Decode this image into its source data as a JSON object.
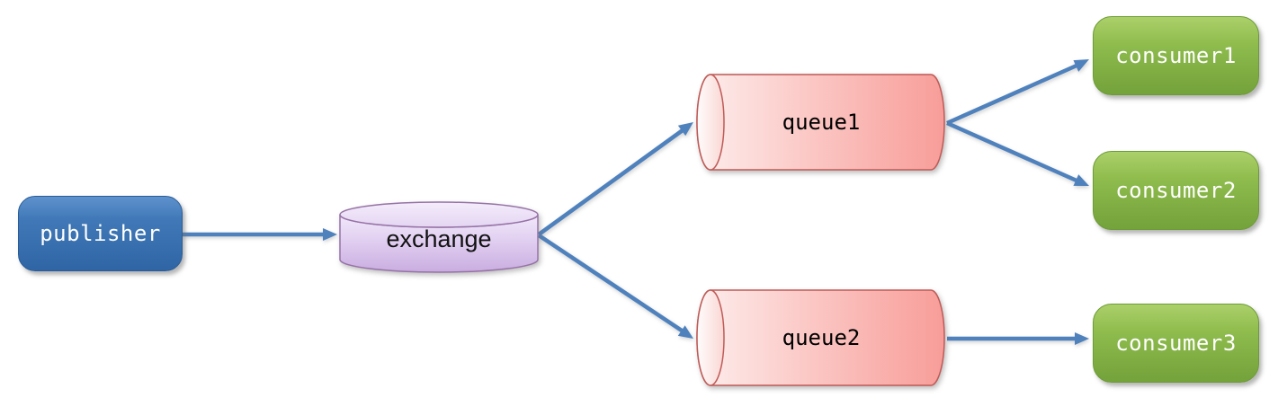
{
  "diagram": {
    "nodes": {
      "publisher": {
        "label": "publisher",
        "shape": "rounded-rect"
      },
      "exchange": {
        "label": "exchange",
        "shape": "cylinder-vertical"
      },
      "queue1": {
        "label": "queue1",
        "shape": "cylinder-horizontal"
      },
      "queue2": {
        "label": "queue2",
        "shape": "cylinder-horizontal"
      },
      "consumer1": {
        "label": "consumer1",
        "shape": "rounded-rect"
      },
      "consumer2": {
        "label": "consumer2",
        "shape": "rounded-rect"
      },
      "consumer3": {
        "label": "consumer3",
        "shape": "rounded-rect"
      }
    },
    "edges": [
      {
        "from": "publisher",
        "to": "exchange"
      },
      {
        "from": "exchange",
        "to": "queue1"
      },
      {
        "from": "exchange",
        "to": "queue2"
      },
      {
        "from": "queue1",
        "to": "consumer1"
      },
      {
        "from": "queue1",
        "to": "consumer2"
      },
      {
        "from": "queue2",
        "to": "consumer3"
      }
    ],
    "colors": {
      "background": "#ffffff",
      "publisher_fill": "#3e76b5",
      "publisher_text": "#ffffff",
      "exchange_fill": "#e2d4f0",
      "exchange_stroke": "#9673a6",
      "exchange_text": "#111111",
      "queue_fill": "#f9b0ac",
      "queue_stroke": "#bf5a56",
      "queue_text": "#000000",
      "consumer_fill": "#8cba48",
      "consumer_text": "#ffffff",
      "arrow": "#4f81bd"
    }
  }
}
